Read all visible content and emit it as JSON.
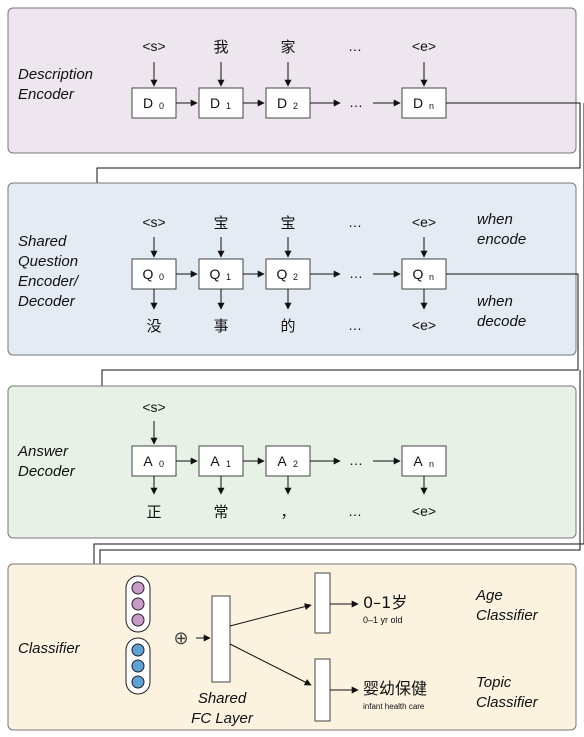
{
  "panels": {
    "description": {
      "title_lines": [
        "Description",
        "Encoder"
      ],
      "inputs": [
        "<s>",
        "我",
        "家",
        "…",
        "<e>"
      ],
      "nodes": [
        {
          "base": "D",
          "sub": "0"
        },
        {
          "base": "D",
          "sub": "1"
        },
        {
          "base": "D",
          "sub": "2"
        },
        {
          "base": "D",
          "sub": "n"
        }
      ],
      "ellipsis": "…",
      "color": "#eee6ef"
    },
    "question": {
      "title_lines": [
        "Shared",
        "Question",
        "Encoder/",
        "Decoder"
      ],
      "inputs": [
        "<s>",
        "宝",
        "宝",
        "…",
        "<e>"
      ],
      "outputs": [
        "没",
        "事",
        "的",
        "…",
        "<e>"
      ],
      "nodes": [
        {
          "base": "Q",
          "sub": "0"
        },
        {
          "base": "Q",
          "sub": "1"
        },
        {
          "base": "Q",
          "sub": "2"
        },
        {
          "base": "Q",
          "sub": "n"
        }
      ],
      "ellipsis": "…",
      "note_encode": [
        "when",
        "encode"
      ],
      "note_decode": [
        "when",
        "decode"
      ],
      "color": "#e5ebf3"
    },
    "answer": {
      "title_lines": [
        "Answer",
        "Decoder"
      ],
      "inputs": [
        "<s>"
      ],
      "outputs": [
        "正",
        "常",
        "，",
        "…",
        "<e>"
      ],
      "nodes": [
        {
          "base": "A",
          "sub": "0"
        },
        {
          "base": "A",
          "sub": "1"
        },
        {
          "base": "A",
          "sub": "2"
        },
        {
          "base": "A",
          "sub": "n"
        }
      ],
      "ellipsis": "…",
      "color": "#e7f1e6"
    },
    "classifier": {
      "title": "Classifier",
      "plus": "⊕",
      "fc_label": [
        "Shared",
        "FC Layer"
      ],
      "age_output": "0–1岁",
      "age_output_en": "0–1 yr old",
      "age_label": [
        "Age",
        "Classifier"
      ],
      "topic_output": "婴幼保健",
      "topic_output_en": "infant health care",
      "topic_label": [
        "Topic",
        "Classifier"
      ],
      "color": "#fbf2e0",
      "dot_top_color": "#c99bc9",
      "dot_bottom_color": "#5aa2d8"
    }
  }
}
